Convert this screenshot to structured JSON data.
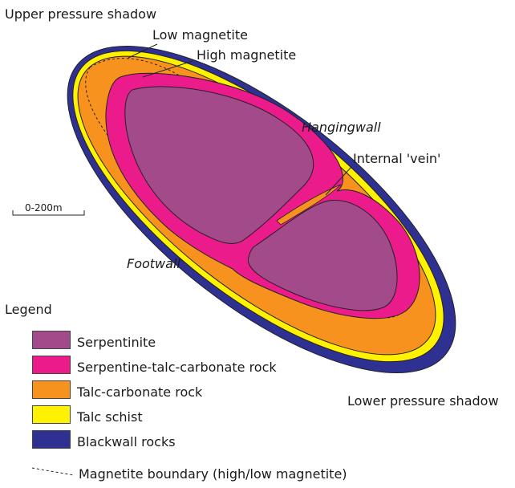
{
  "labels": {
    "upper_shadow": "Upper pressure shadow",
    "low_magnetite": "Low magnetite",
    "high_magnetite": "High magnetite",
    "hangingwall": "Hangingwall",
    "internal_vein": "Internal 'vein'",
    "footwall": "Footwall",
    "lower_shadow": "Lower pressure shadow",
    "scale": "0-200m"
  },
  "legend": {
    "title": "Legend",
    "items": [
      {
        "label": "Serpentinite",
        "color": "#a34a8a"
      },
      {
        "label": "Serpentine-talc-carbonate rock",
        "color": "#ec1b8c"
      },
      {
        "label": "Talc-carbonate rock",
        "color": "#f7921e"
      },
      {
        "label": "Talc schist",
        "color": "#fff200"
      },
      {
        "label": "Blackwall rocks",
        "color": "#2e3192"
      }
    ],
    "boundary": "Magnetite boundary (high/low magnetite)"
  }
}
